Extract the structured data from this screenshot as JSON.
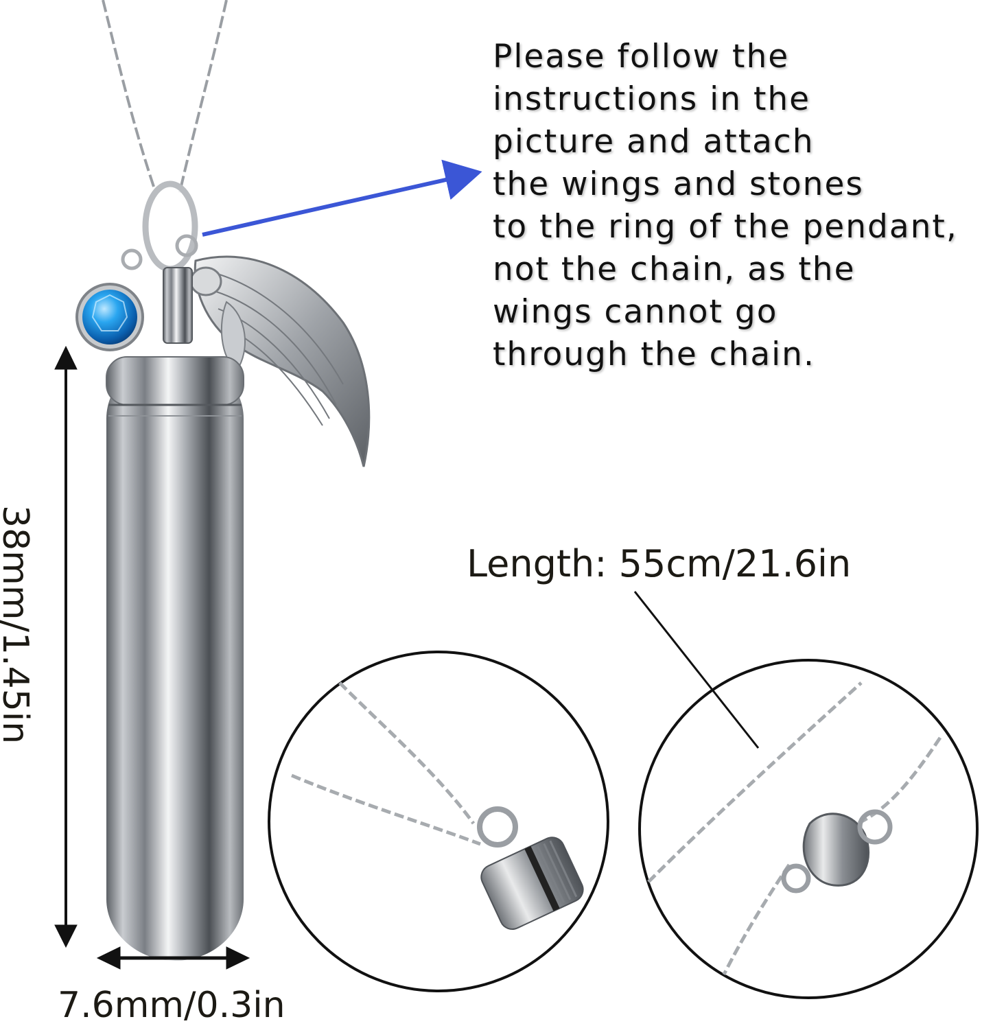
{
  "instructions": {
    "lines": [
      "Please follow the",
      "instructions in the",
      "picture and attach",
      "the wings and stones",
      "to the ring of the pendant,",
      "not the chain, as the",
      "wings cannot go",
      "through the chain."
    ]
  },
  "dimensions": {
    "length": "Length: 55cm/21.6in",
    "height": "38mm/1.45in",
    "width": "7.6mm/0.3in"
  },
  "colors": {
    "arrow_blue": "#3b56d6",
    "stone_blue": "#1a8fe0",
    "text": "#111111"
  }
}
